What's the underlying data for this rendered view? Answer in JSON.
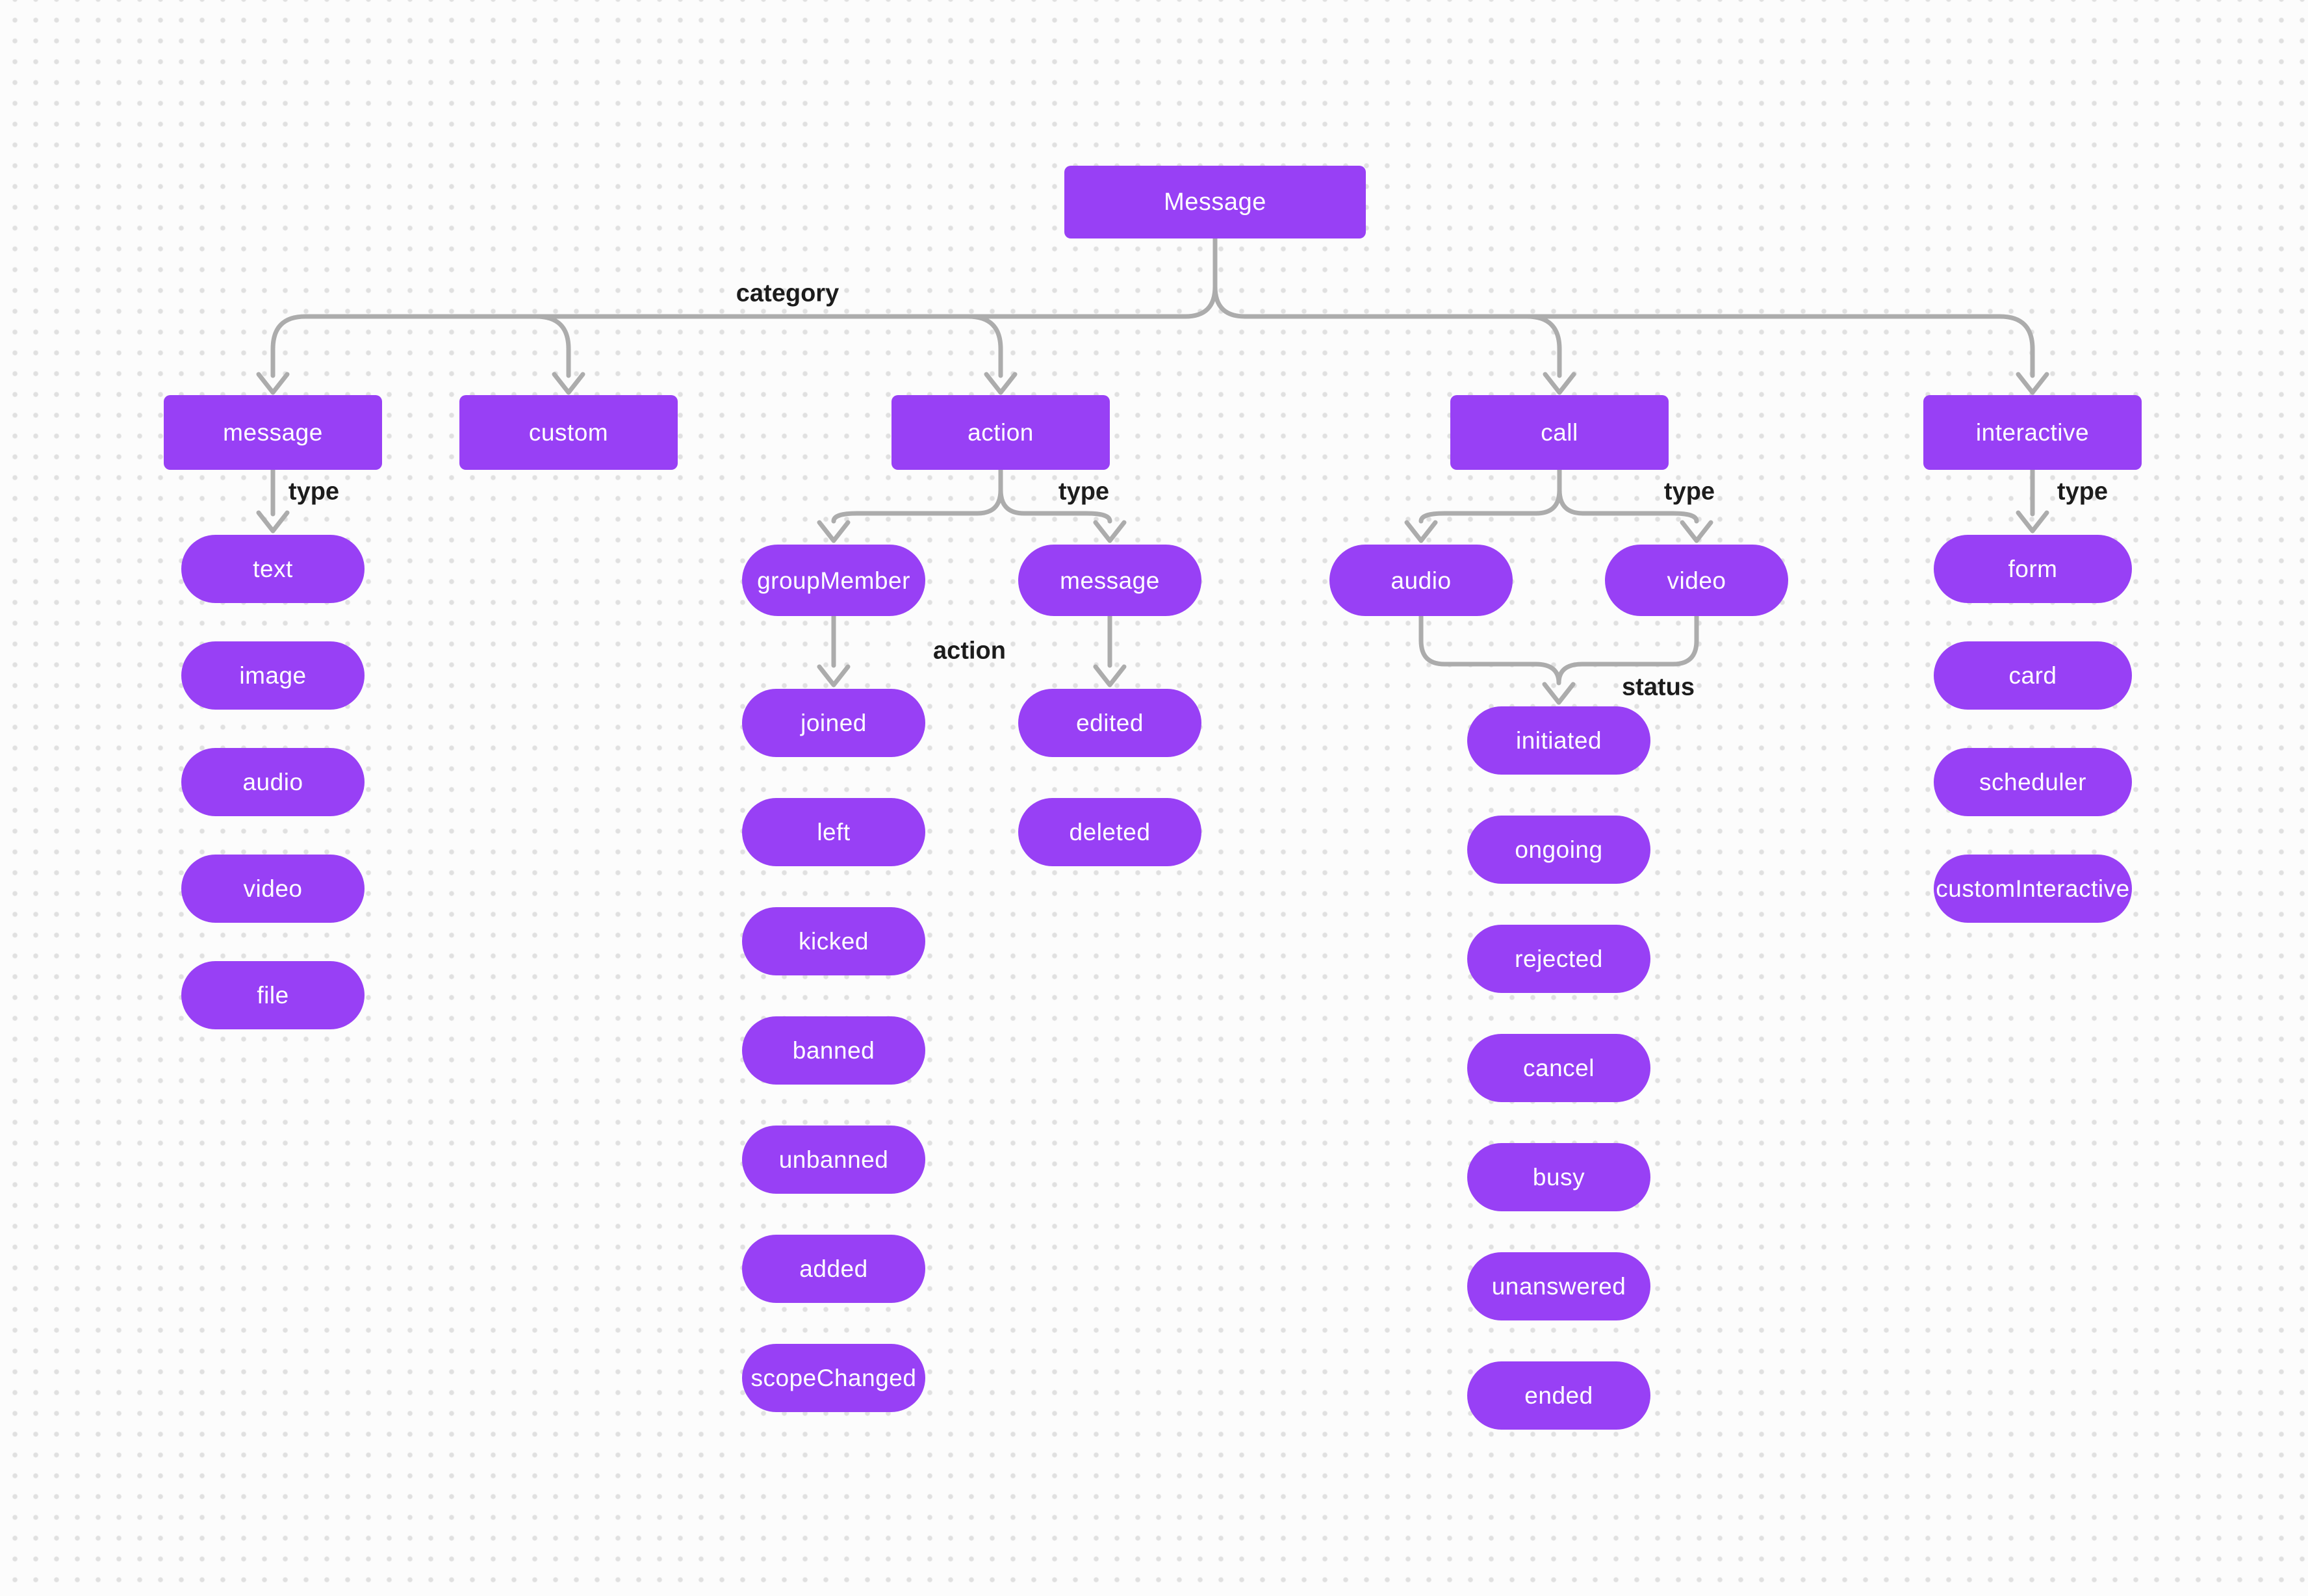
{
  "diagram": {
    "root": {
      "label": "Message"
    },
    "edge_labels": {
      "category": "category",
      "type": "type",
      "action": "action",
      "status": "status"
    },
    "branches": {
      "message": {
        "label": "message",
        "types": [
          "text",
          "image",
          "audio",
          "video",
          "file"
        ]
      },
      "custom": {
        "label": "custom"
      },
      "action": {
        "label": "action",
        "types": {
          "groupMember": {
            "label": "groupMember",
            "actions": [
              "joined",
              "left",
              "kicked",
              "banned",
              "unbanned",
              "added",
              "scopeChanged"
            ]
          },
          "message": {
            "label": "message",
            "actions": [
              "edited",
              "deleted"
            ]
          }
        }
      },
      "call": {
        "label": "call",
        "types": [
          "audio",
          "video"
        ],
        "statuses": [
          "initiated",
          "ongoing",
          "rejected",
          "cancel",
          "busy",
          "unanswered",
          "ended"
        ]
      },
      "interactive": {
        "label": "interactive",
        "types": [
          "form",
          "card",
          "scheduler",
          "customInteractive"
        ]
      }
    },
    "colors": {
      "node_fill": "#9840F5",
      "node_text": "#FFFFFF",
      "connector": "#ACACAC",
      "edge_label_text": "#1C1C1C",
      "background": "#FCFCFC",
      "grid_dot": "#E0E0E0"
    }
  }
}
